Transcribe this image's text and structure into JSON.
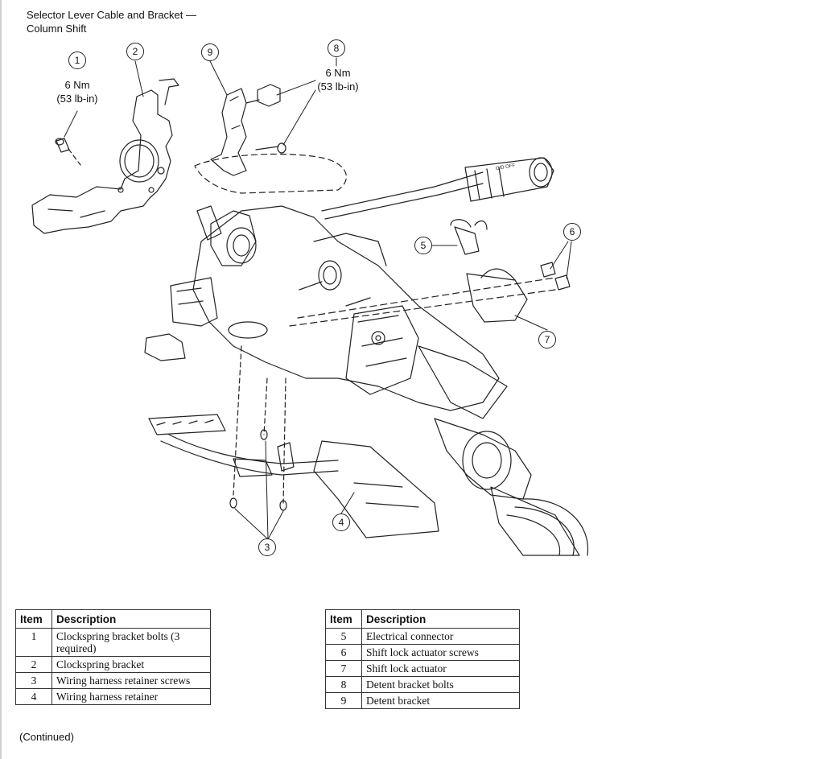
{
  "title": {
    "line1": "Selector Lever Cable and Bracket —",
    "line2": "Column Shift"
  },
  "callouts": {
    "c1": "1",
    "c2": "2",
    "c3": "3",
    "c4": "4",
    "c5": "5",
    "c6": "6",
    "c7": "7",
    "c8": "8",
    "c9": "9"
  },
  "torque_specs": {
    "item1": {
      "metric": "6 Nm",
      "imperial": "(53 lb-in)"
    },
    "item8": {
      "metric": "6 Nm",
      "imperial": "(53 lb-in)"
    }
  },
  "switch_text": "O/D OFF",
  "legend_left": {
    "headers": {
      "item": "Item",
      "description": "Description"
    },
    "rows": [
      {
        "item": "1",
        "description": "Clockspring bracket bolts (3 required)"
      },
      {
        "item": "2",
        "description": "Clockspring bracket"
      },
      {
        "item": "3",
        "description": "Wiring harness retainer screws"
      },
      {
        "item": "4",
        "description": "Wiring harness retainer"
      }
    ]
  },
  "legend_right": {
    "headers": {
      "item": "Item",
      "description": "Description"
    },
    "rows": [
      {
        "item": "5",
        "description": "Electrical connector"
      },
      {
        "item": "6",
        "description": "Shift lock actuator screws"
      },
      {
        "item": "7",
        "description": "Shift lock actuator"
      },
      {
        "item": "8",
        "description": "Detent bracket bolts"
      },
      {
        "item": "9",
        "description": "Detent bracket"
      }
    ]
  },
  "footer": {
    "continued": "(Continued)"
  }
}
